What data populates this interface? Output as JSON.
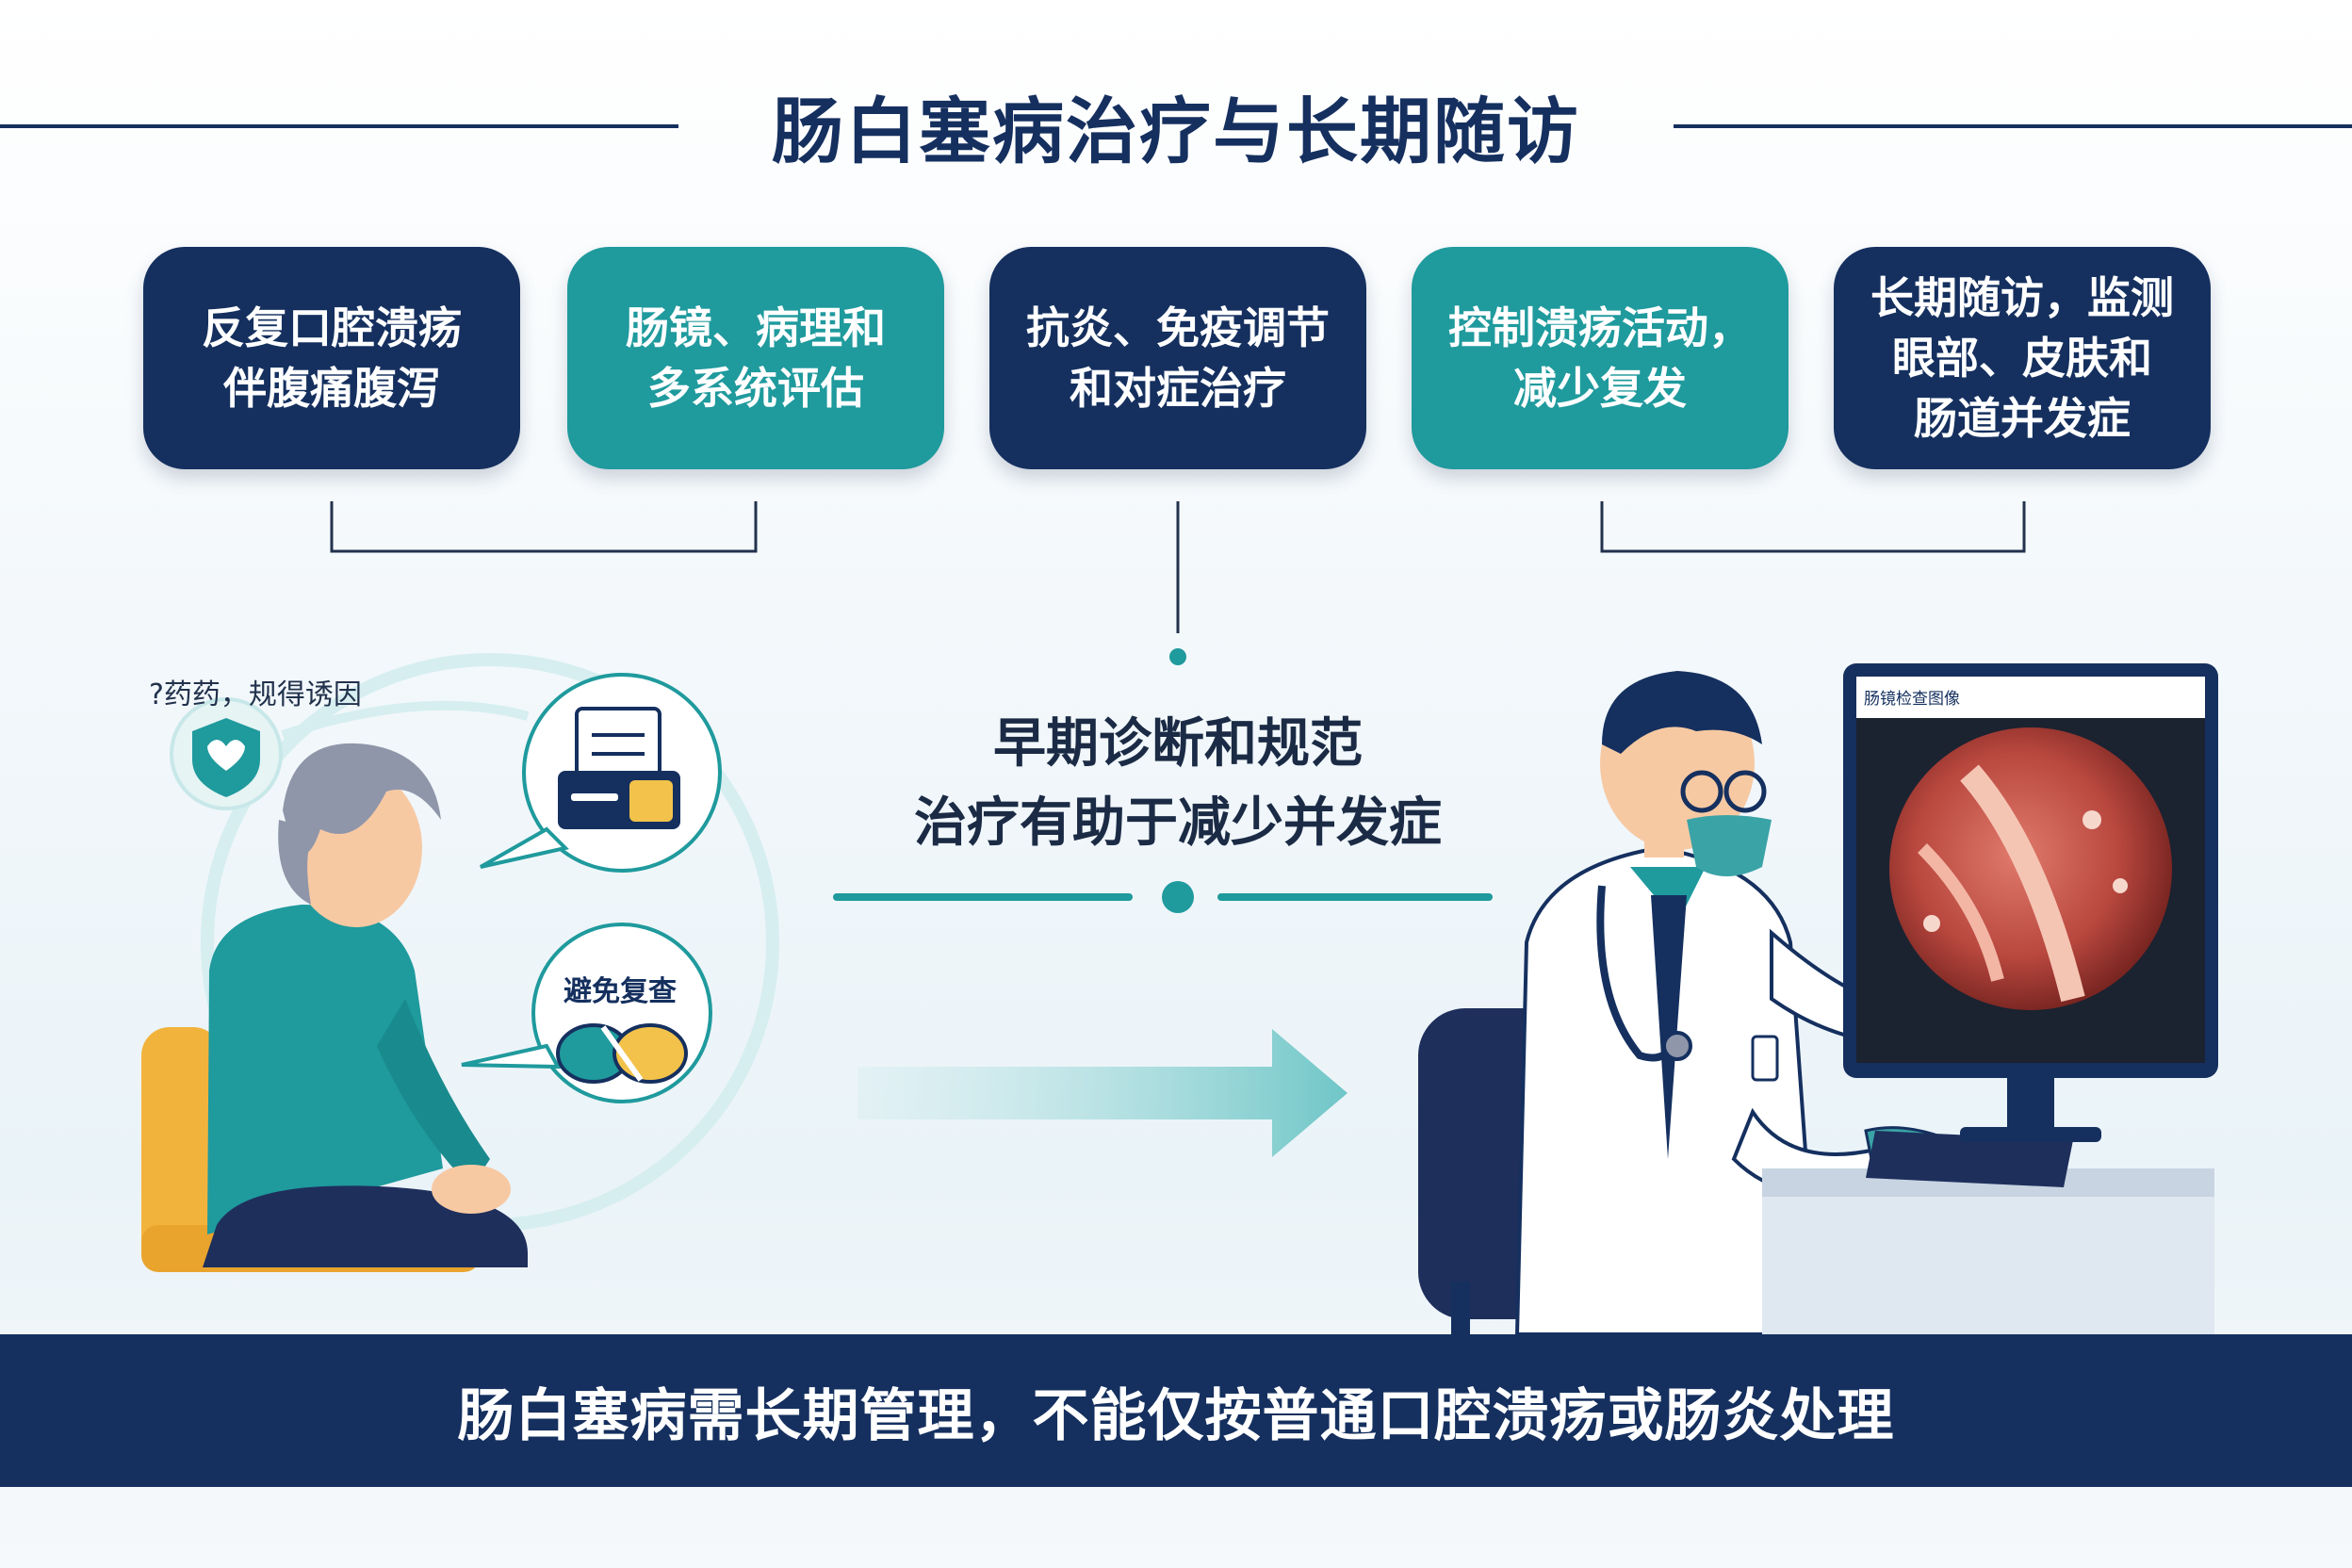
{
  "title": "肠白塞病治疗与长期随访",
  "steps": [
    {
      "text": "反复口腔溃疡\n伴腹痛腹泻",
      "color": "#15305f"
    },
    {
      "text": "肠镜、病理和\n多系统评估",
      "color": "#1f9a9d"
    },
    {
      "text": "抗炎、免疫调节\n和对症治疗",
      "color": "#15305f"
    },
    {
      "text": "控制溃疡活动，\n减少复发",
      "color": "#1f9a9d"
    },
    {
      "text": "长期随访，监测\n眼部、皮肤和\n肠道并发症",
      "color": "#15305f"
    }
  ],
  "center_message": "早期诊断和规范\n治疗有助于减少并发症",
  "patient": {
    "note": "?药药，规得诱因",
    "bubble_bottom_label": "避免复查",
    "bubble_top_icon": "document-wallet-icon",
    "bubble_bottom_icon": "capsule-pills-icon"
  },
  "monitor_title": "肠镜检查图像",
  "banner": "肠白塞病需长期管理，不能仅按普通口腔溃疡或肠炎处理",
  "colors": {
    "navy": "#15305f",
    "teal": "#1f9a9d",
    "light_teal": "#8fd3d3"
  }
}
